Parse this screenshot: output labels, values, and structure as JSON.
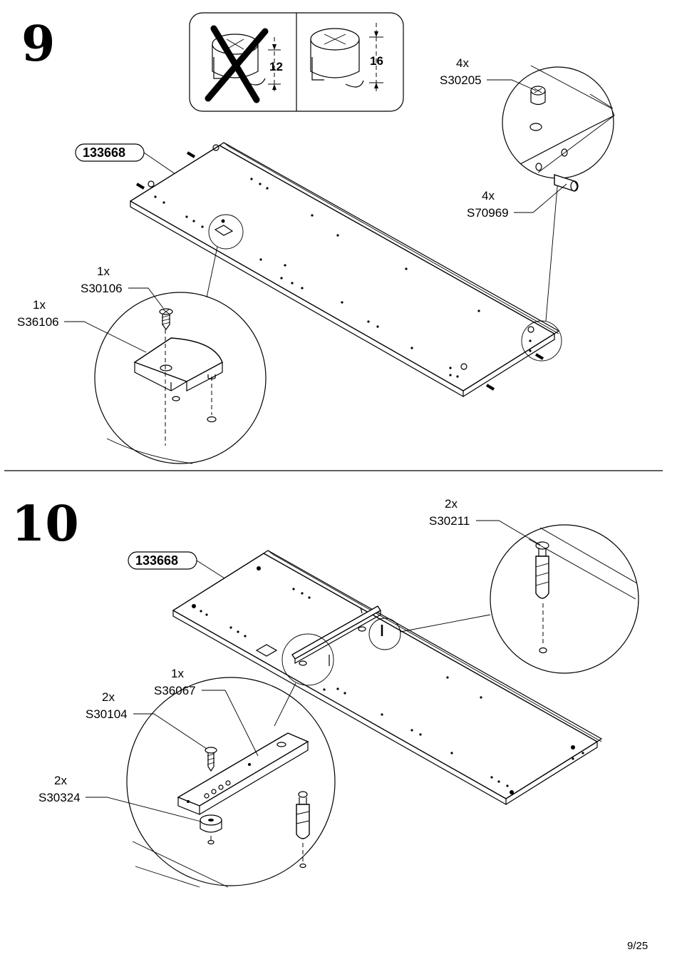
{
  "page": {
    "number": "9/25"
  },
  "steps": [
    {
      "number": "9",
      "cam_dimension_wrong": "12",
      "cam_dimension_right": "16",
      "panel_label": "133668",
      "callouts": [
        {
          "qty": "4x",
          "code": "S30205"
        },
        {
          "qty": "4x",
          "code": "S70969"
        },
        {
          "qty": "1x",
          "code": "S30106"
        },
        {
          "qty": "1x",
          "code": "S36106"
        }
      ]
    },
    {
      "number": "10",
      "panel_label": "133668",
      "callouts": [
        {
          "qty": "2x",
          "code": "S30211"
        },
        {
          "qty": "1x",
          "code": "S36067"
        },
        {
          "qty": "2x",
          "code": "S30104"
        },
        {
          "qty": "2x",
          "code": "S30324"
        }
      ]
    }
  ]
}
